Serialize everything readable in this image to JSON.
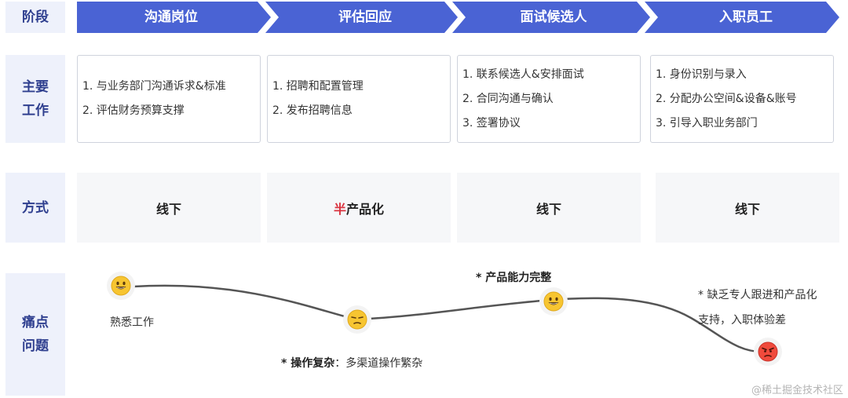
{
  "colors": {
    "stage_blue": "#4a63d4",
    "label_bg": "#eef1fb",
    "label_text": "#2f3f8f",
    "accent_red": "#d9333f",
    "curve": "#555555"
  },
  "rows": {
    "stage": "阶段",
    "work": "主要\n工作",
    "method": "方式",
    "pain": "痛点\n问题"
  },
  "stages": [
    {
      "title": "沟通岗位",
      "tasks": [
        "1. 与业务部门沟通诉求&标准",
        "2. 评估财务预算支撑"
      ],
      "method": "线下",
      "method_accent": ""
    },
    {
      "title": "评估回应",
      "tasks": [
        "1. 招聘和配置管理",
        "2. 发布招聘信息"
      ],
      "method": "产品化",
      "method_accent": "半"
    },
    {
      "title": "面试候选人",
      "tasks": [
        "1. 联系候选人&安排面试",
        "2. 合同沟通与确认",
        "3. 签署协议"
      ],
      "method": "线下",
      "method_accent": ""
    },
    {
      "title": "入职员工",
      "tasks": [
        "1. 身份识别与录入",
        "2. 分配办公空间&设备&账号",
        "3. 引导入职业务部门"
      ],
      "method": "线下",
      "method_accent": ""
    }
  ],
  "pain_points": [
    {
      "emoji": "grinning-face-icon",
      "text": "熟悉工作"
    },
    {
      "emoji": "unamused-face-icon",
      "bold": "* 操作复杂",
      "text": "：多渠道操作繁杂"
    },
    {
      "emoji": "grinning-face-icon",
      "bold": "* 产品能力完整"
    },
    {
      "emoji": "angry-face-icon",
      "line1": "* 缺乏专人跟进和产品化",
      "line2": "支持，入职体验差"
    }
  ],
  "watermark": "@稀土掘金技术社区"
}
